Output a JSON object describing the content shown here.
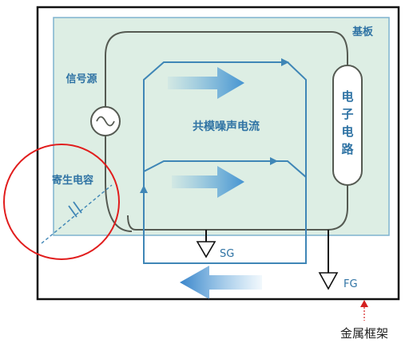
{
  "labels": {
    "substrate": "基板",
    "signal_source": "信号源",
    "common_mode_current": "共模噪声电流",
    "electronic_circuit": "电子电路",
    "parasitic_capacitance": "寄生电容",
    "signal_ground": "SG",
    "frame_ground": "FG",
    "metal_frame": "金属框架"
  },
  "colors": {
    "frame_border": "#111111",
    "substrate_fill": "#ddeee4",
    "substrate_border": "#7fb3cf",
    "loop_stroke": "#555a52",
    "current_path": "#3f86b6",
    "text_blue": "#2f73a4",
    "highlight_circle": "#e11d1d",
    "arrow_annotation": "#d42020",
    "label_dark": "#222222"
  }
}
